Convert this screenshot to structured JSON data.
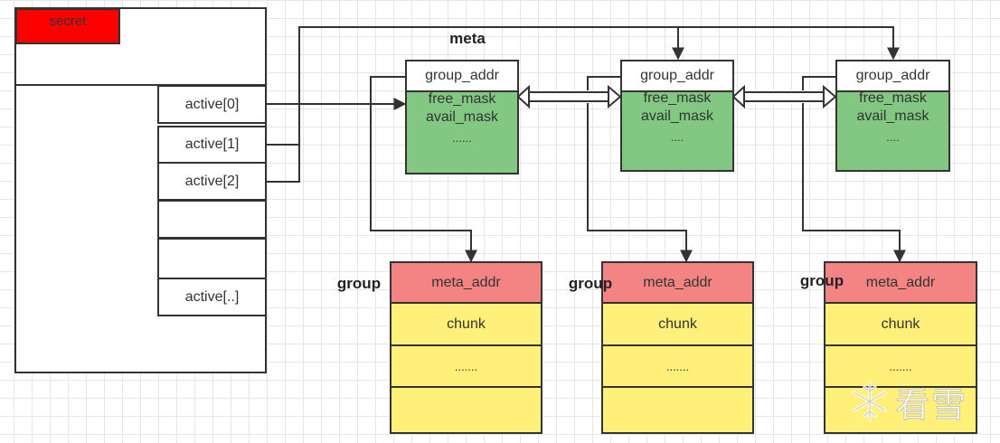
{
  "struct": {
    "secret": "secret",
    "active": [
      "active[0]",
      "active[1]",
      "active[2]",
      "",
      "",
      "active[..]"
    ]
  },
  "meta_title": "meta",
  "metas": [
    {
      "group_addr": "group_addr",
      "free_mask": "free_mask",
      "avail_mask": "avail_mask",
      "dots": "......"
    },
    {
      "group_addr": "group_addr",
      "free_mask": "free_mask",
      "avail_mask": "avail_mask",
      "dots": "...."
    },
    {
      "group_addr": "group_addr",
      "free_mask": "free_mask",
      "avail_mask": "avail_mask",
      "dots": "...."
    }
  ],
  "groups": [
    {
      "label": "group",
      "meta_addr": "meta_addr",
      "chunk": "chunk",
      "dots": "......."
    },
    {
      "label": "group",
      "meta_addr": "meta_addr",
      "chunk": "chunk",
      "dots": "......."
    },
    {
      "label": "group",
      "meta_addr": "meta_addr",
      "chunk": "chunk",
      "dots": "......."
    }
  ],
  "watermark": "看雪",
  "colors": {
    "secret": "#ff0000",
    "meta_body": "#82c882",
    "meta_addr": "#f48484",
    "chunk": "#fff07a",
    "line": "#333333"
  }
}
